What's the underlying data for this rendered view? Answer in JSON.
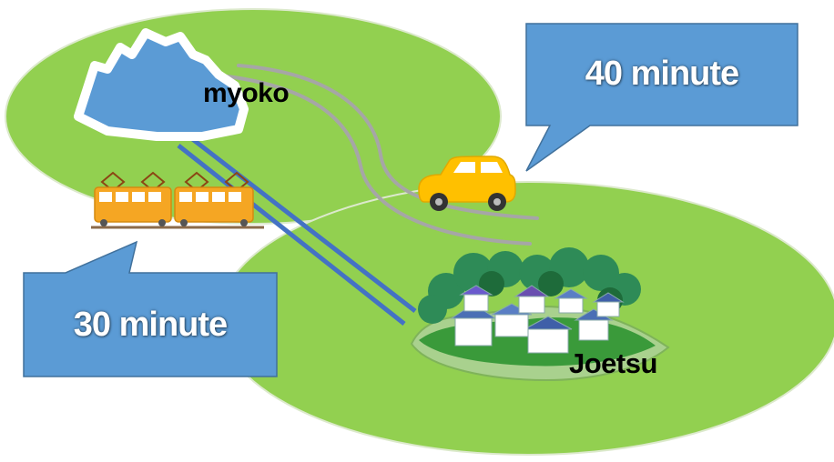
{
  "places": {
    "origin": "myoko",
    "destination": "Joetsu"
  },
  "callouts": {
    "car_time": "40 minute",
    "train_time": "30 minute"
  },
  "colors": {
    "land": "#92d050",
    "land_stroke": "#d9e8c4",
    "callout_fill": "#5b9bd5",
    "callout_stroke": "#41719c",
    "car": "#ffc000",
    "train": "#f5a623",
    "rail_line": "#4472c4",
    "road": "#a6a6a6",
    "mountain": "#5b9bd5"
  },
  "icons": [
    "mountain-icon",
    "car-icon",
    "train-icon",
    "town-icon"
  ]
}
